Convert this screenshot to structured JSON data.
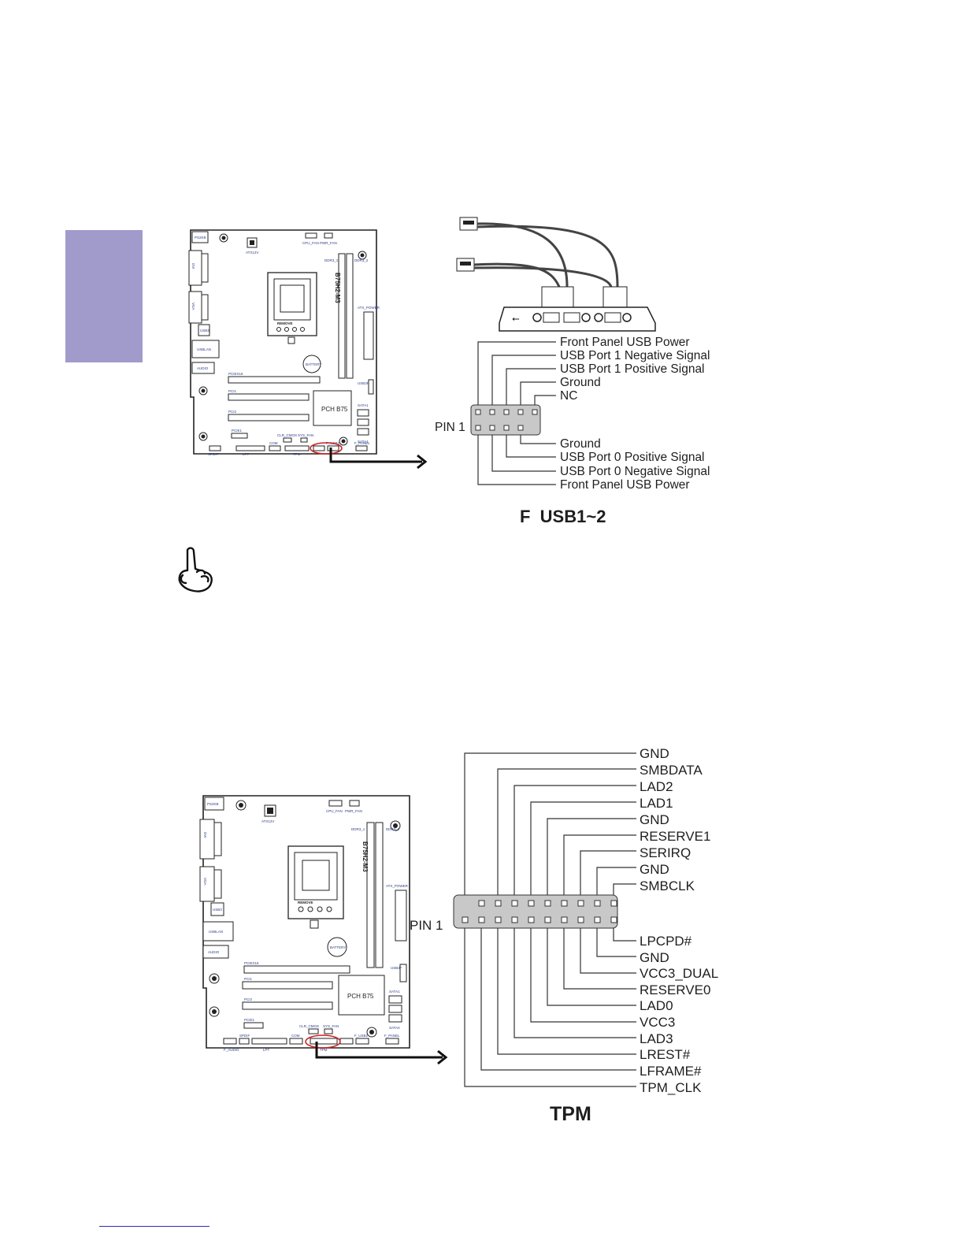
{
  "colors": {
    "side_tab": "#a09bcb",
    "highlight": "#cc2222",
    "board_label": "#2a3c8a",
    "footer_rule": "#2b2bb8"
  },
  "icons": [
    "motherboard-diagram",
    "usb-bracket-cable",
    "pointing-hand-icon",
    "arrow-right-icon",
    "pin-header"
  ],
  "board_labels": {
    "ps2kb": "PS2KB",
    "dvi": "DVI",
    "vga": "VGA",
    "usb": "USB3",
    "usblan": "USBLAN",
    "audio": "AUDIO",
    "atx12v": "ATX12V",
    "cpu_fan": "CPU_FAN",
    "pwr_fan": "PWR_FAN",
    "ddr3_1": "DDR3_1",
    "ddr3_2": "DDR3_2",
    "model": "B75H2-M3",
    "atx_power": "ATX_POWER",
    "remove": "REMOVE",
    "battery": "BATTERY",
    "pciex16": "PCIEX16",
    "pci1": "PCI1",
    "pci2": "PCI2",
    "pch": "PCH B75",
    "sata1": "SATA1",
    "sata4": "SATA4",
    "usb3f": "USB3F",
    "pcie1": "PCIE1",
    "clr_cmos": "CLR_CMOS",
    "sys_fan": "SYS_FAN",
    "com": "COM",
    "lpt": "LPT",
    "f_usb2": "F_USB2",
    "f_panel": "F_PANEL",
    "spdif": "SPDIF",
    "f_audio": "F_AUDIO",
    "tpm": "TPM"
  },
  "usb_section": {
    "pin1_label": "PIN 1",
    "top_labels": [
      "Front Panel USB Power",
      "USB Port 1 Negative Signal",
      "USB Port 1 Positive Signal",
      "Ground",
      "NC"
    ],
    "bottom_labels": [
      "Ground",
      "USB Port 0 Positive Signal",
      "USB Port 0 Negative Signal",
      "Front Panel USB Power"
    ],
    "caption": "F_USB1~2"
  },
  "tpm_section": {
    "pin1_label": "PIN 1",
    "top_labels": [
      "GND",
      "SMBDATA",
      "LAD2",
      "LAD1",
      "GND",
      "RESERVE1",
      "SERIRQ",
      "GND",
      "SMBCLK"
    ],
    "bottom_labels": [
      "LPCPD#",
      "GND",
      "VCC3_DUAL",
      "RESERVE0",
      "LAD0",
      "VCC3",
      "LAD3",
      "LREST#",
      "LFRAME#",
      "TPM_CLK"
    ],
    "caption": "TPM"
  }
}
